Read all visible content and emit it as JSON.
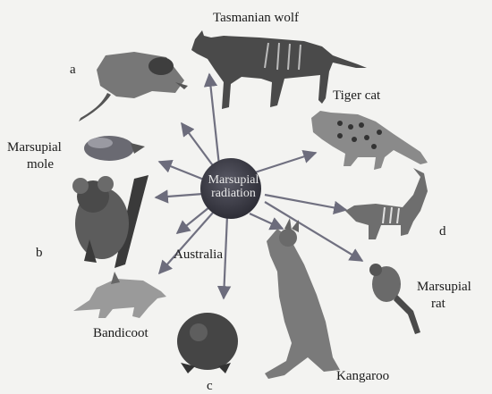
{
  "center": {
    "line1": "Marsupial",
    "line2": "radiation"
  },
  "region_label": "Australia",
  "labels": {
    "tasmanian_wolf": "Tasmanian wolf",
    "tiger_cat": "Tiger cat",
    "a": "a",
    "marsupial_mole_1": "Marsupial",
    "marsupial_mole_2": "mole",
    "b": "b",
    "d": "d",
    "bandicoot": "Bandicoot",
    "c": "c",
    "kangaroo": "Kangaroo",
    "marsupial_rat_1": "Marsupial",
    "marsupial_rat_2": "rat"
  },
  "colors": {
    "circle": "#3b3b46",
    "arrow": "#707080",
    "animal": "#4a4a4a"
  }
}
